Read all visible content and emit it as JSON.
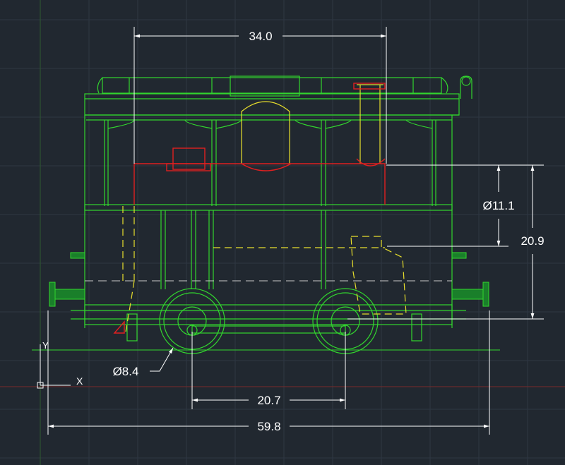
{
  "drawing": {
    "dimensions": {
      "top_width": "34.0",
      "boiler_diameter": "Ø11.1",
      "height": "20.9",
      "wheel_diameter": "Ø8.4",
      "wheel_spacing": "20.7",
      "overall_width": "59.8"
    },
    "ucs_icon": {
      "x_label": "X",
      "y_label": "Y"
    }
  },
  "colors": {
    "background": "#212830",
    "grid": "#2e3742",
    "outline": "#32d62e",
    "hidden_lines": "#e8df2c",
    "boiler": "#e02020",
    "dimension": "#ffffff",
    "axis_red": "#7a2a2a"
  }
}
